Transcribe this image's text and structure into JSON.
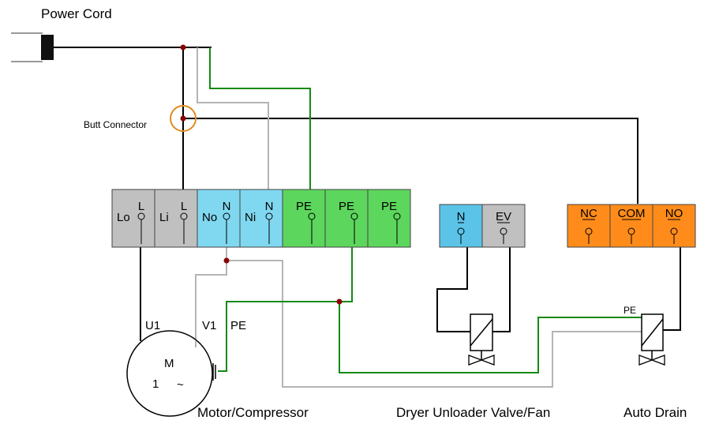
{
  "labels": {
    "power_cord": "Power Cord",
    "butt_connector": "Butt Connector",
    "motor_compressor": "Motor/Compressor",
    "dryer_unloader": "Dryer Unloader Valve/Fan",
    "auto_drain": "Auto Drain"
  },
  "main_terminal_block": {
    "terminals": [
      {
        "id": "Lo",
        "top": "L",
        "side": "Lo",
        "color": "#c0c0c0"
      },
      {
        "id": "Li",
        "top": "L",
        "side": "Li",
        "color": "#c0c0c0"
      },
      {
        "id": "No",
        "top": "N",
        "side": "No",
        "color": "#80d8f0"
      },
      {
        "id": "Ni",
        "top": "N",
        "side": "Ni",
        "color": "#80d8f0"
      },
      {
        "id": "PE1",
        "top": "PE",
        "side": "",
        "color": "#5cd65c"
      },
      {
        "id": "PE2",
        "top": "PE",
        "side": "",
        "color": "#5cd65c"
      },
      {
        "id": "PE3",
        "top": "PE",
        "side": "",
        "color": "#5cd65c"
      }
    ]
  },
  "valve_terminal_block": {
    "terminals": [
      {
        "id": "N",
        "top": "N",
        "color": "#5bc3e8"
      },
      {
        "id": "EV",
        "top": "EV",
        "color": "#c0c0c0"
      }
    ]
  },
  "drain_terminal_block": {
    "terminals": [
      {
        "id": "NC",
        "top": "NC",
        "color": "#ff8c1a"
      },
      {
        "id": "COM",
        "top": "COM",
        "color": "#ff8c1a"
      },
      {
        "id": "NO",
        "top": "NO",
        "color": "#ff8c1a"
      }
    ]
  },
  "motor": {
    "symbol": "M",
    "phase": "1",
    "ac_symbol": "~",
    "pins": {
      "u": "U1",
      "v": "V1",
      "pe": "PE"
    }
  },
  "auto_drain_pe": "PE",
  "colors": {
    "black_wire": "#000000",
    "gray_wire": "#b4b4b4",
    "green_wire": "#138a13",
    "junction": "#8b0000",
    "butt_ring": "#e08a1e"
  }
}
